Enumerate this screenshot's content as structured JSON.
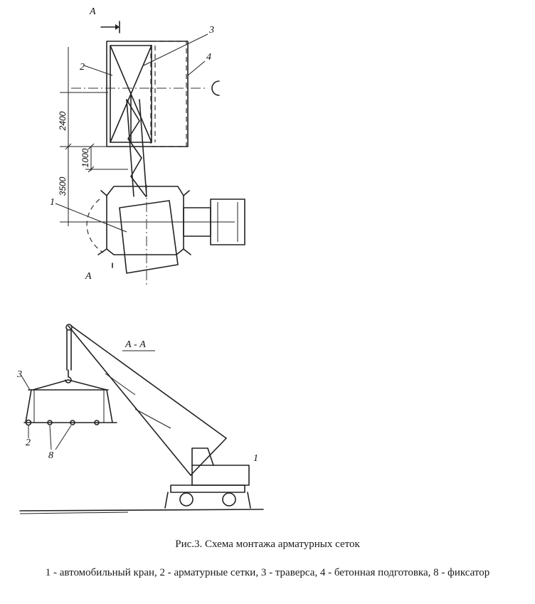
{
  "figure": {
    "caption": "Рис.3. Схема монтажа арматурных сеток",
    "legend": "1 - автомобильный кран, 2 - арматурные сетки, 3 - траверса, 4 - бетонная подготовка, 8 - фиксатор"
  },
  "plan": {
    "section_mark_top": "A",
    "section_mark_bottom": "A",
    "labels": {
      "crane": "1",
      "mesh": "2",
      "traverse": "3",
      "concrete_prep": "4"
    },
    "dims": {
      "mesh_length": "2400",
      "overlap": "1000",
      "reach": "3500"
    }
  },
  "section": {
    "title": "А - А",
    "labels": {
      "crane": "1",
      "mesh": "2",
      "traverse": "3",
      "fixator": "8"
    }
  }
}
